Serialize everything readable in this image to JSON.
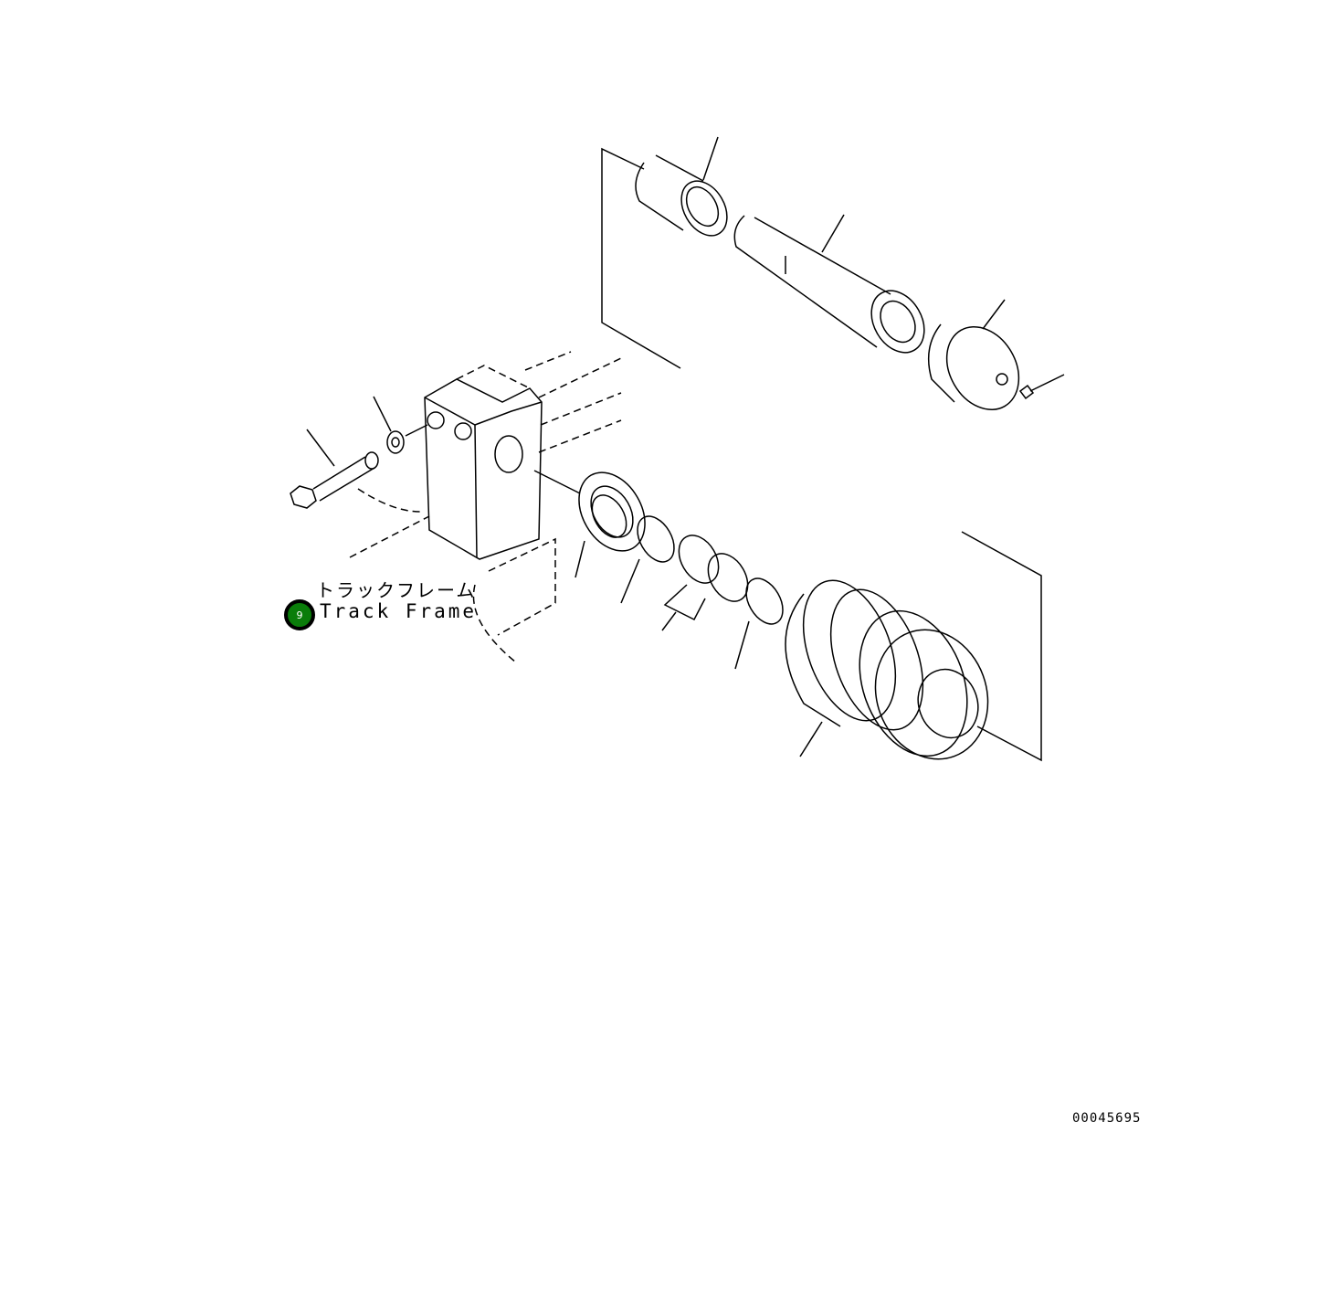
{
  "diagram": {
    "label_jp": "トラックフレーム",
    "label_en": "Track Frame",
    "callout": {
      "number": "9",
      "color": "#0a7d0a"
    },
    "drawing_code": "00045695"
  }
}
